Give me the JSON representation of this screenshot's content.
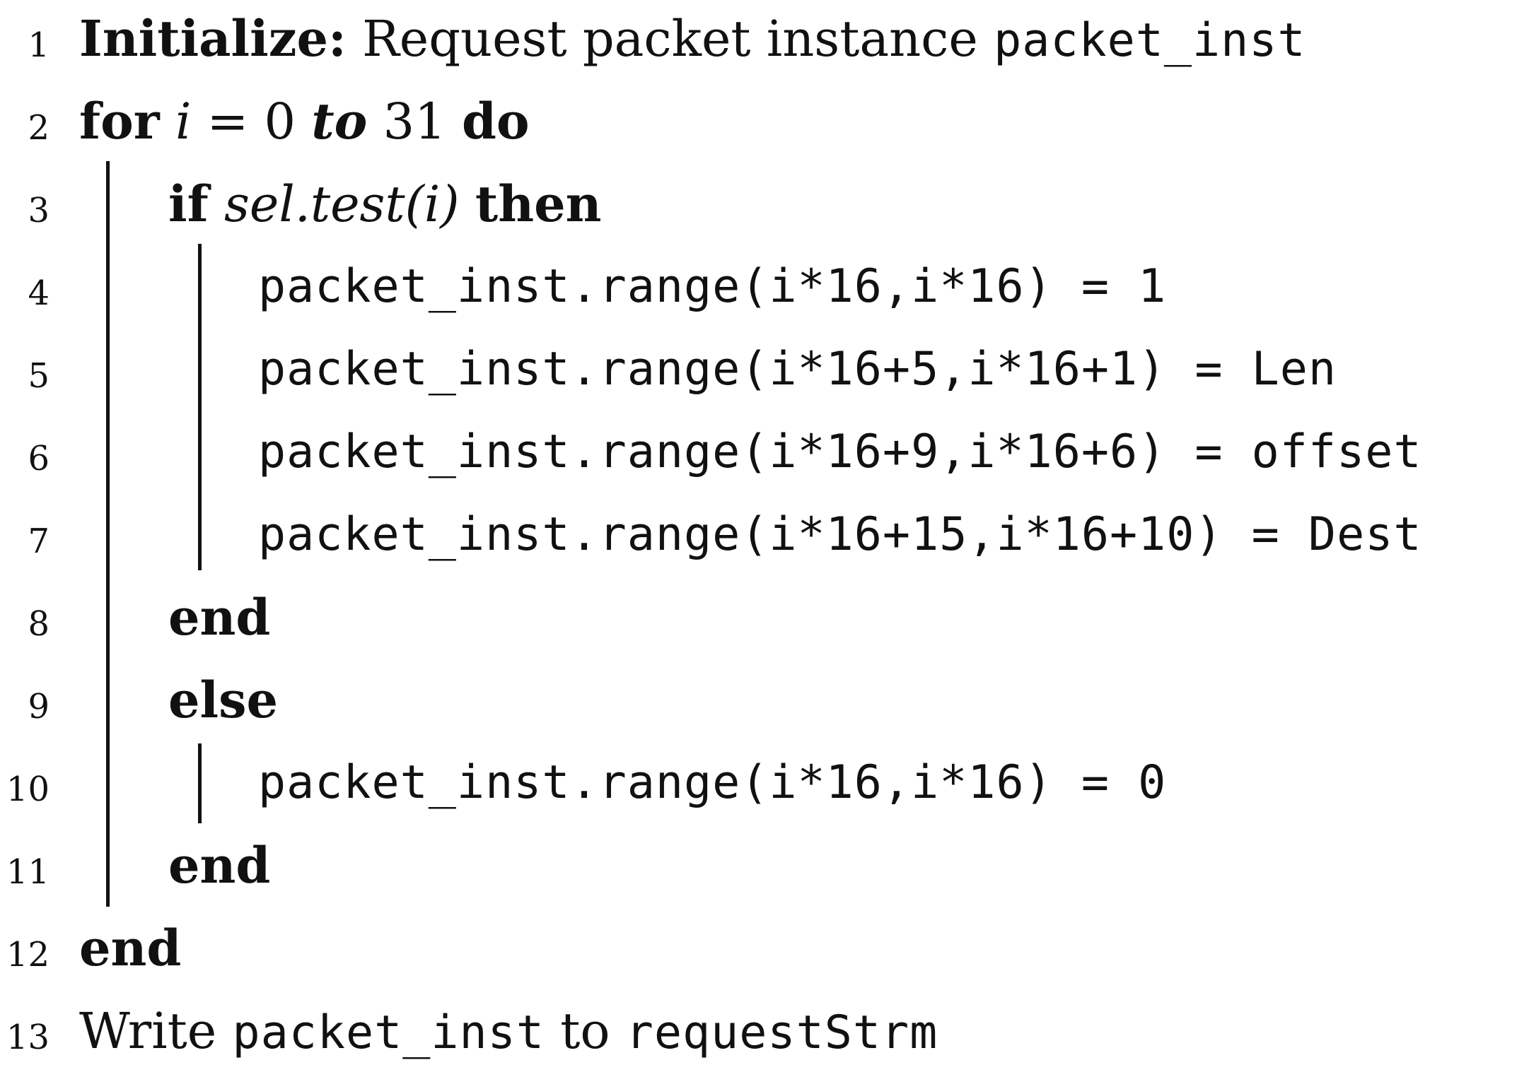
{
  "algorithm": {
    "line_numbers": [
      "1",
      "2",
      "3",
      "4",
      "5",
      "6",
      "7",
      "8",
      "9",
      "10",
      "11",
      "12",
      "13"
    ],
    "line1": {
      "keyword": "Initialize:",
      "text": "Request packet instance",
      "code": "packet_inst"
    },
    "line2": {
      "kw_for": "for",
      "var": "i",
      "eq": "= 0",
      "kw_to": "to",
      "upper": "31",
      "kw_do": "do"
    },
    "line3": {
      "kw_if": "if",
      "cond": "sel.test(i)",
      "kw_then": "then"
    },
    "line4": {
      "code": "packet_inst.range(i*16,i*16) = 1"
    },
    "line5": {
      "code": "packet_inst.range(i*16+5,i*16+1) = Len"
    },
    "line6": {
      "code": "packet_inst.range(i*16+9,i*16+6) = offset"
    },
    "line7": {
      "code": "packet_inst.range(i*16+15,i*16+10) = Dest"
    },
    "line8": {
      "kw": "end"
    },
    "line9": {
      "kw": "else"
    },
    "line10": {
      "code": "packet_inst.range(i*16,i*16) = 0"
    },
    "line11": {
      "kw": "end"
    },
    "line12": {
      "kw": "end"
    },
    "line13": {
      "text1": "Write",
      "code1": "packet_inst",
      "text2": "to",
      "code2": "requestStrm"
    }
  }
}
